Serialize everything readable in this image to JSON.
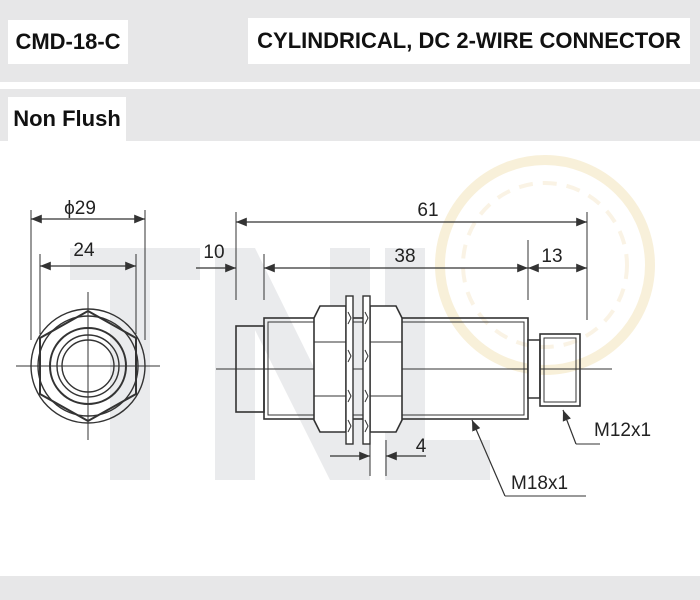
{
  "header": {
    "model": "CMD-18-C",
    "title": "CYLINDRICAL, DC 2-WIRE CONNECTOR"
  },
  "mounting": {
    "label": "Non Flush"
  },
  "dimensions": {
    "outer_diameter": "ϕ29",
    "hex_width": "24",
    "total_length": "61",
    "sensing_head": "10",
    "thread_length": "38",
    "connector_length": "13",
    "nut_thickness": "4",
    "main_thread": "M18x1",
    "connector_thread": "M12x1"
  },
  "colors": {
    "background": "#ffffff",
    "band": "#e7e7e8",
    "line": "#333333",
    "watermark": "#d6d8dc",
    "watermark_gold": "#f2e2b8"
  }
}
